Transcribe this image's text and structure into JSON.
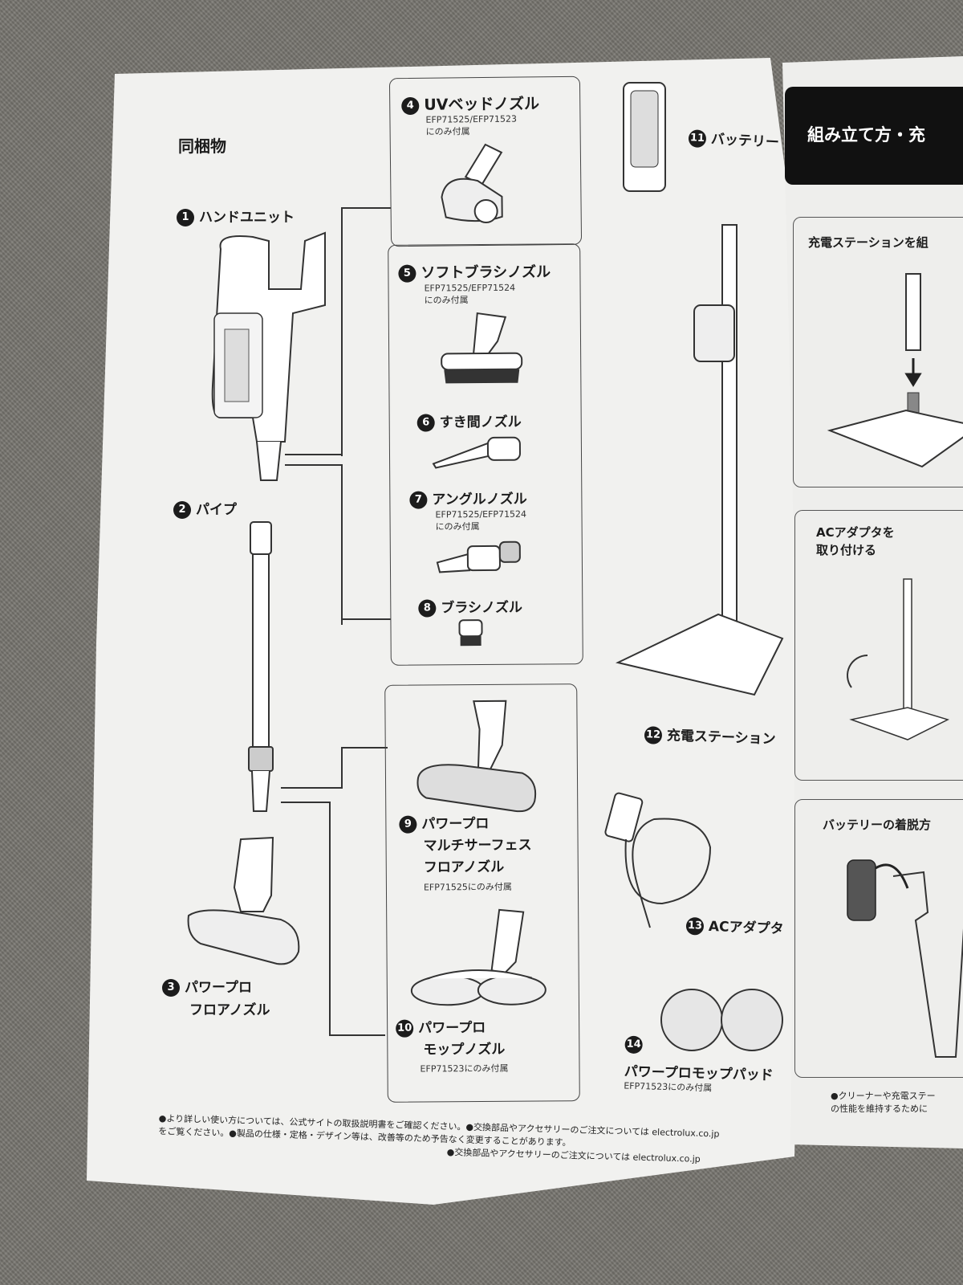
{
  "left_page": {
    "title": "同梱物",
    "items": [
      {
        "num": "1",
        "label": "ハンドユニット"
      },
      {
        "num": "2",
        "label": "パイプ"
      },
      {
        "num": "3",
        "label_lines": [
          "パワープロ",
          "フロアノズル"
        ]
      },
      {
        "num": "4",
        "label": "UVベッドノズル",
        "note_lines": [
          "EFP71525/EFP71523",
          "にのみ付属"
        ]
      },
      {
        "num": "5",
        "label": "ソフトブラシノズル",
        "note_lines": [
          "EFP71525/EFP71524",
          "にのみ付属"
        ]
      },
      {
        "num": "6",
        "label": "すき間ノズル"
      },
      {
        "num": "7",
        "label": "アングルノズル",
        "note_lines": [
          "EFP71525/EFP71524",
          "にのみ付属"
        ]
      },
      {
        "num": "8",
        "label": "ブラシノズル"
      },
      {
        "num": "9",
        "label_lines": [
          "パワープロ",
          "マルチサーフェス",
          "フロアノズル"
        ],
        "note": "EFP71525にのみ付属"
      },
      {
        "num": "10",
        "label_lines": [
          "パワープロ",
          "モップノズル"
        ],
        "note": "EFP71523にのみ付属"
      },
      {
        "num": "11",
        "label": "バッテリー"
      },
      {
        "num": "12",
        "label": "充電ステーション"
      },
      {
        "num": "13",
        "label": "ACアダプタ"
      },
      {
        "num": "14",
        "label": "パワープロモップパッド",
        "note": "EFP71523にのみ付属"
      }
    ],
    "footer_lines": [
      "●より詳しい使い方については、公式サイトの取扱説明書",
      "をご覧ください。●製品の仕様・定格・デザイン等は、改善等のため予告なく変更することがあります。",
      "●交換部品やアクセサリーのご注文については electrolux.co.jp"
    ],
    "footer_line2a": "をご確認ください。●交換部品やアクセサリーのご注文については electrolux.co.jp"
  },
  "right_page": {
    "header": "組み立て方・充",
    "sections": [
      {
        "title": "充電ステーションを組"
      },
      {
        "title_lines": [
          "ACアダプタを",
          "取り付ける"
        ]
      },
      {
        "title": "バッテリーの着脱方"
      }
    ],
    "footer_lines": [
      "●クリーナーや充電ステー",
      "の性能を維持するために"
    ]
  }
}
